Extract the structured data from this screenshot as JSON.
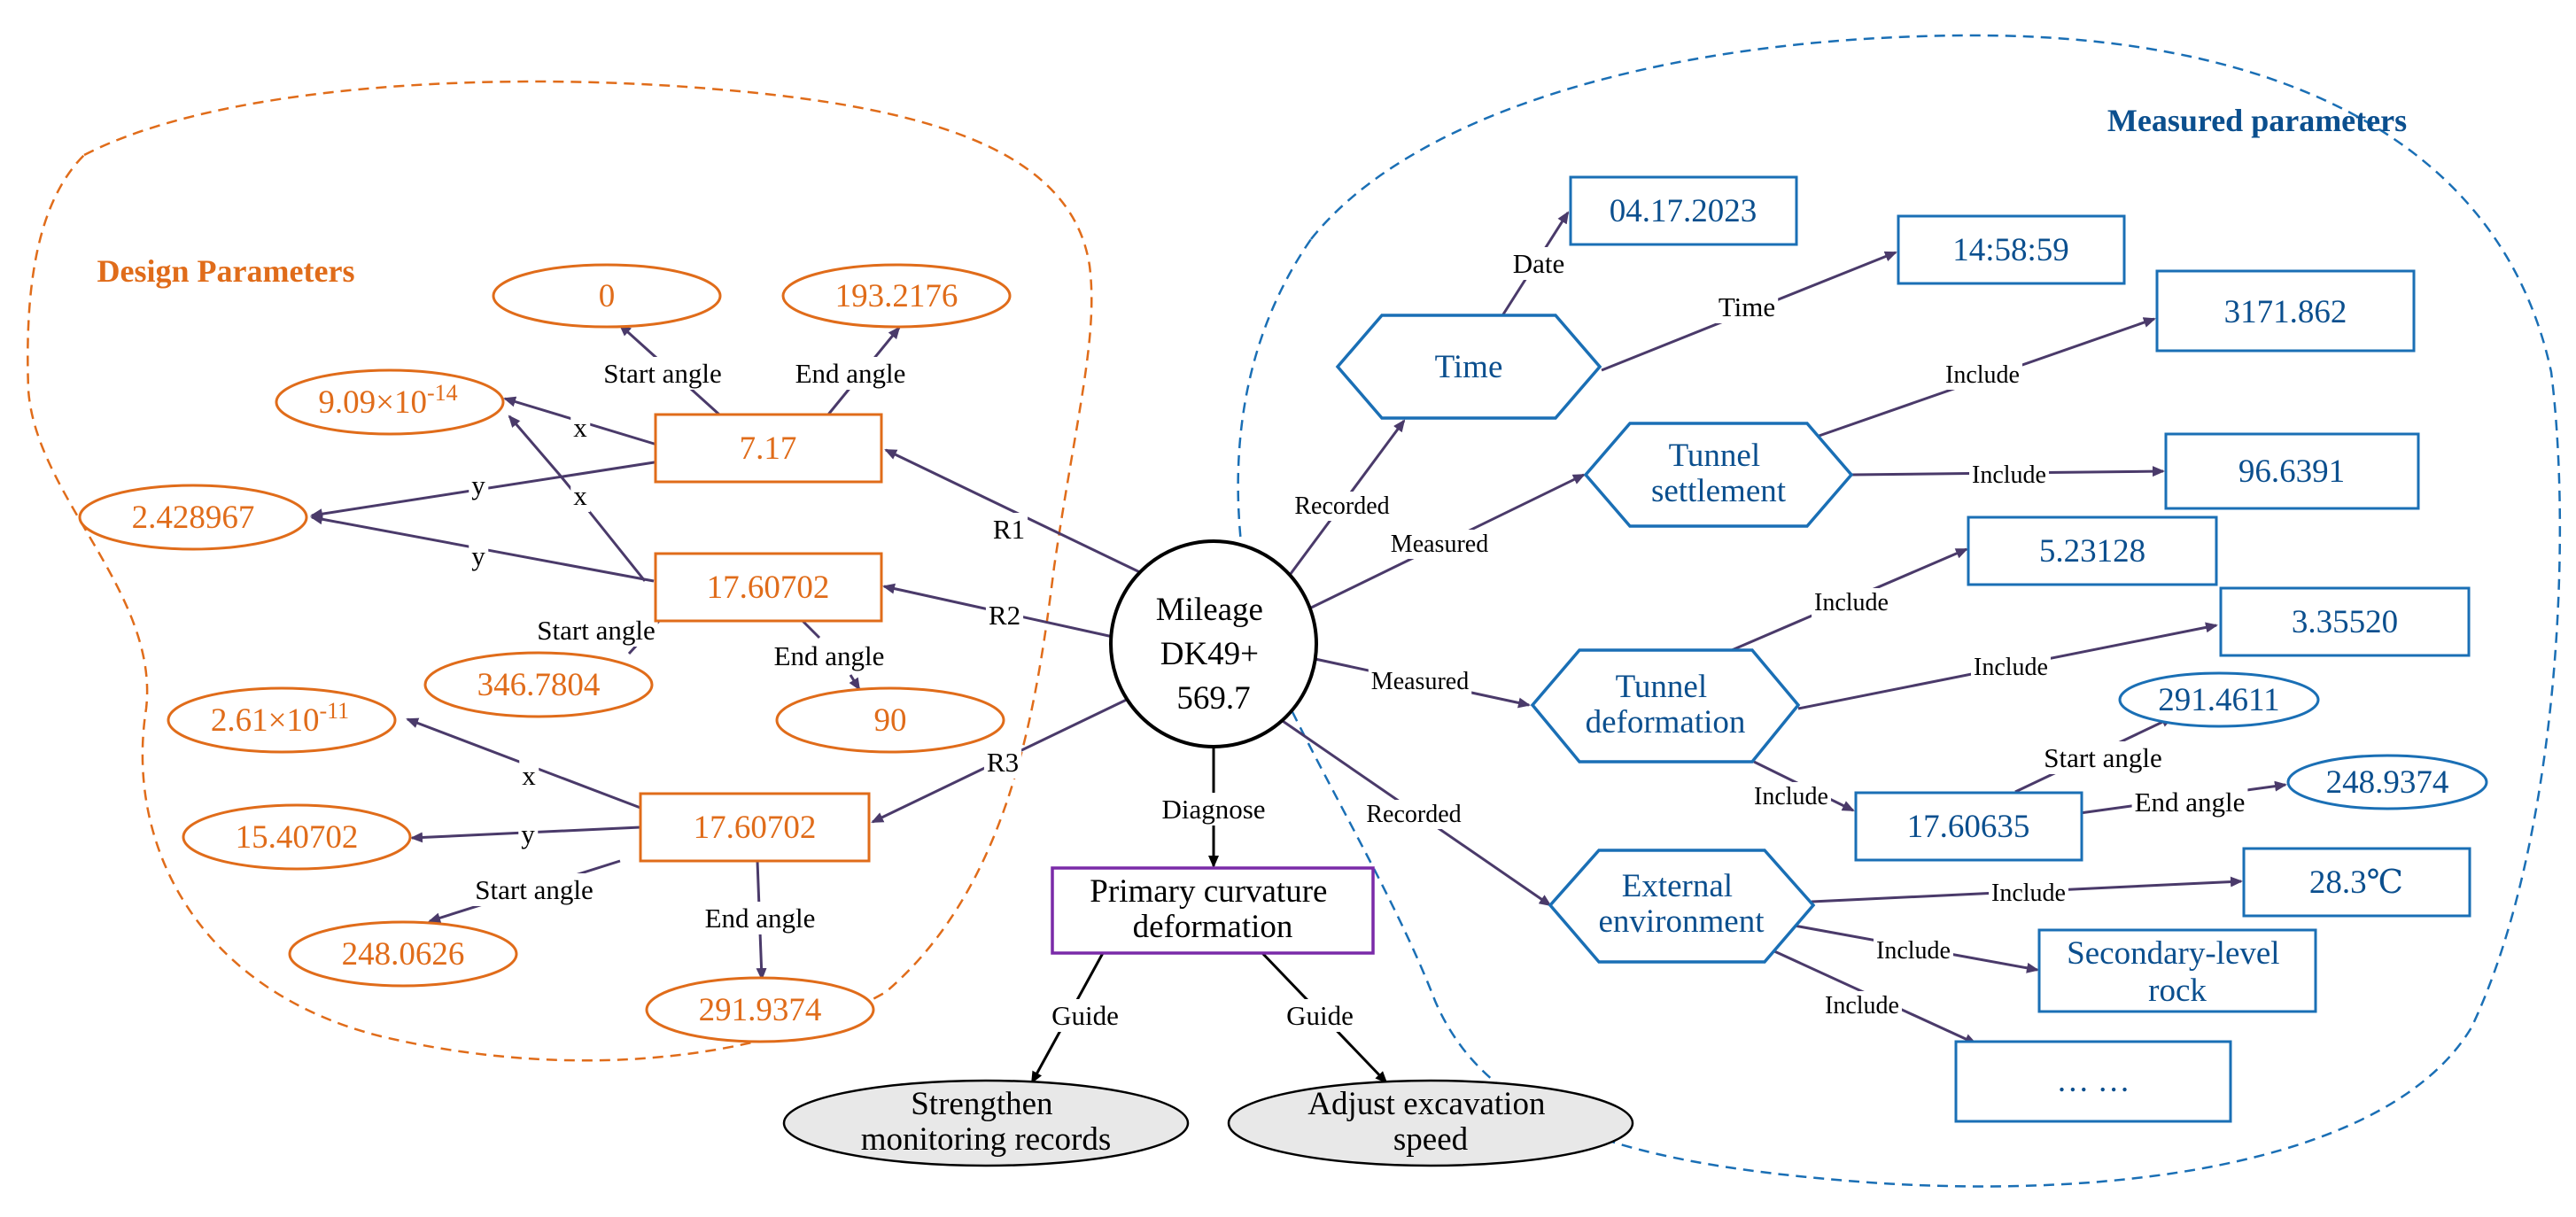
{
  "colors": {
    "design": "#e06c1a",
    "measured": "#1a6fb5",
    "measured_text": "#0b4f8e",
    "edge": "#4a3a6a",
    "diagnosis": "#7a2aa8",
    "action_fill": "#e8e8e8"
  },
  "groups": {
    "design": "Design Parameters",
    "measured": "Measured parameters"
  },
  "center": {
    "line1": "Mileage",
    "line2": "DK49+",
    "line3": "569.7"
  },
  "design": {
    "r1": {
      "radius": "7.17",
      "start": "0",
      "end": "193.2176",
      "x": "9.09×10",
      "x_exp": "-14",
      "y": "2.428967"
    },
    "r2": {
      "radius": "17.60702",
      "start": "346.7804",
      "end": "90"
    },
    "r3": {
      "radius": "17.60702",
      "start": "248.0626",
      "end": "291.9374",
      "x": "2.61×10",
      "x_exp": "-11",
      "y": "15.40702"
    }
  },
  "measured": {
    "time_node": "Time",
    "date": "04.17.2023",
    "time": "14:58:59",
    "settlement": {
      "line1": "Tunnel",
      "line2": "settlement",
      "v1": "3171.862",
      "v2": "96.6391"
    },
    "deformation": {
      "line1": "Tunnel",
      "line2": "deformation",
      "v1": "5.23128",
      "v2": "3.35520",
      "v3": "17.60635",
      "start": "291.4611",
      "end": "248.9374"
    },
    "environment": {
      "line1": "External",
      "line2": "environment",
      "temp": "28.3℃",
      "rock1": "Secondary-level",
      "rock2": "rock",
      "more": "… …"
    }
  },
  "diagnosis": {
    "line1": "Primary curvature",
    "line2": "deformation"
  },
  "actions": {
    "a1_line1": "Strengthen",
    "a1_line2": "monitoring records",
    "a2_line1": "Adjust excavation",
    "a2_line2": "speed"
  },
  "edges": {
    "r1": "R1",
    "r2": "R2",
    "r3": "R3",
    "start_angle": "Start angle",
    "end_angle": "End angle",
    "x": "x",
    "y": "y",
    "date": "Date",
    "time": "Time",
    "recorded": "Recorded",
    "measured": "Measured",
    "include": "Include",
    "diagnose": "Diagnose",
    "guide": "Guide"
  }
}
